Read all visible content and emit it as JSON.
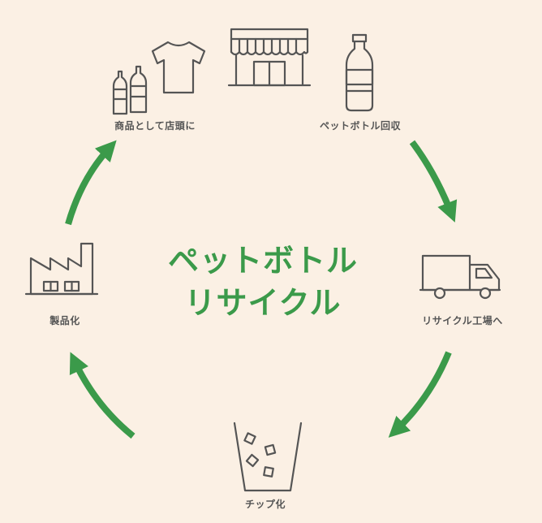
{
  "title": {
    "line1": "ペットボトル",
    "line2": "リサイクル"
  },
  "steps": [
    {
      "label": "ペットボトル回収",
      "icon": "pet-bottle-icon"
    },
    {
      "label": "リサイクル工場へ",
      "icon": "truck-icon"
    },
    {
      "label": "チップ化",
      "icon": "cup-with-chips-icon"
    },
    {
      "label": "製品化",
      "icon": "factory-icon"
    },
    {
      "label": "商品として店頭に",
      "icon": "bottles-and-shirt-icon"
    }
  ],
  "store_icon": "storefront-icon",
  "colors": {
    "background": "#fbf0e4",
    "arrow": "#3b9a4a",
    "icon": "#555555",
    "title": "#3b9a4a"
  }
}
